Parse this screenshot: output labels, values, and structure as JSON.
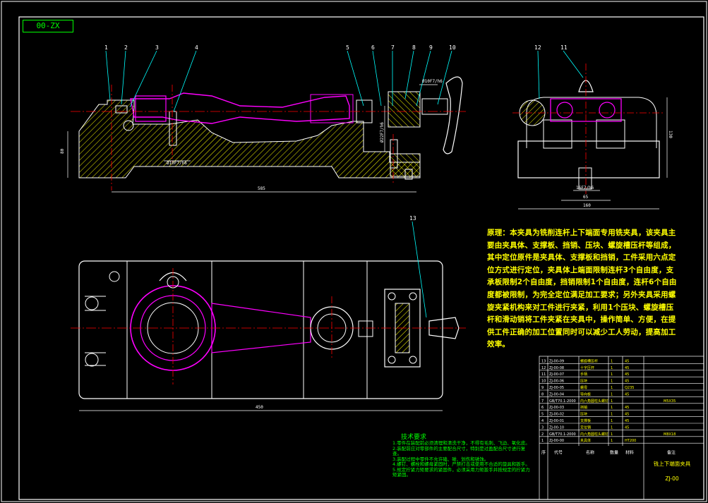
{
  "drawing_code_tag": "00-ZX",
  "part_numbers": [
    "1",
    "2",
    "3",
    "4",
    "5",
    "6",
    "7",
    "8",
    "9",
    "10",
    "12",
    "11",
    "13"
  ],
  "dimensions": {
    "overall_length": "585",
    "height_left": "80",
    "bore_fit_1": "Ø10F7/h6",
    "bore_fit_2": "Ø10F7/h6",
    "bore_fit_3": "Ø22F7/h6",
    "side_height": "130",
    "side_width_a": "65",
    "side_width_b": "160",
    "side_fit": "16F7/h6",
    "plan_length": "450"
  },
  "principle_note": "原理：本夹具为铣削连杆上下端面专用铣夹具，该夹具主要由夹具体、支撑板、挡销、压块、螺旋槽压杆等组成，其中定位原件是夹具体、支撑板和挡销，工件采用六点定位方式进行定位，夹具体上端面限制连杆3个自由度，支承板限制2个自由度，挡销限制1个自由度，连杆6个自由度都被限制，为完全定位满足加工要求；另外夹具采用螺旋夹紧机构来对工件进行夹紧，利用1个压块、螺旋槽压杆和滑动销将工件夹紧在夹具中，操作简单、方便，在提供工件正确的加工位置同时可以减少工人劳动，提高加工效率。",
  "technical_requirements": {
    "title": "技术要求",
    "items": [
      "1.零件在装配前必须清理和清洗干净，不得有毛刺、飞边、氧化皮。",
      "2.装配前应对零部件的主要配合尺寸，特别是过盈配合尺寸进行复查。",
      "3.装配过程中零件不允许磕、碰、划伤和锈蚀。",
      "4.螺钉、螺栓和螺母紧固时，严禁打击或使用不合适的旋具和扳手。",
      "5.规定拧紧力矩要求的紧固件，必须采用力矩扳手并按规定的拧紧力矩紧固。"
    ]
  },
  "parts_list": {
    "rows": [
      {
        "no": "13",
        "code": "ZJ-00-09",
        "name": "螺旋槽压杆",
        "qty": "1",
        "material": "45",
        "note": ""
      },
      {
        "no": "12",
        "code": "ZJ-00-08",
        "name": "十字压杆",
        "qty": "1",
        "material": "45",
        "note": ""
      },
      {
        "no": "11",
        "code": "ZJ-00-07",
        "name": "手柄",
        "qty": "1",
        "material": "45",
        "note": ""
      },
      {
        "no": "10",
        "code": "ZJ-00-06",
        "name": "压块",
        "qty": "1",
        "material": "45",
        "note": ""
      },
      {
        "no": "9",
        "code": "ZJ-00-05",
        "name": "螺母",
        "qty": "1",
        "material": "Q235",
        "note": ""
      },
      {
        "no": "8",
        "code": "ZJ-00-04",
        "name": "导向板",
        "qty": "1",
        "material": "45",
        "note": ""
      },
      {
        "no": "7",
        "code": "GB/T70.1-2000",
        "name": "内六角圆柱头螺钉",
        "qty": "1",
        "material": "",
        "note": "M5X35"
      },
      {
        "no": "6",
        "code": "ZJ-00-03",
        "name": "挡销",
        "qty": "1",
        "material": "45",
        "note": ""
      },
      {
        "no": "5",
        "code": "ZJ-00-02",
        "name": "压块",
        "qty": "1",
        "material": "45",
        "note": ""
      },
      {
        "no": "4",
        "code": "ZJ-00-01",
        "name": "支撑板",
        "qty": "1",
        "material": "45",
        "note": ""
      },
      {
        "no": "3",
        "code": "ZJ-00-10",
        "name": "定位销",
        "qty": "1",
        "material": "45",
        "note": ""
      },
      {
        "no": "2",
        "code": "GB/T70.1-2000",
        "name": "内六角圆柱头螺钉",
        "qty": "1",
        "material": "",
        "note": "M8X18"
      },
      {
        "no": "1",
        "code": "ZJ-00-00",
        "name": "夹具体",
        "qty": "1",
        "material": "HT200",
        "note": ""
      }
    ],
    "header": [
      "序",
      "代号",
      "名称",
      "数量",
      "材料",
      "备注"
    ]
  },
  "title_block": {
    "title": "铣上下端面夹具",
    "code": "ZJ-00"
  },
  "colors": {
    "background": "#000000",
    "outline": "#ffffff",
    "body": "#ffff00",
    "workpiece": "#ff00ff",
    "center": "#ff0000",
    "leader": "#00ffff",
    "tech": "#00ff00"
  }
}
